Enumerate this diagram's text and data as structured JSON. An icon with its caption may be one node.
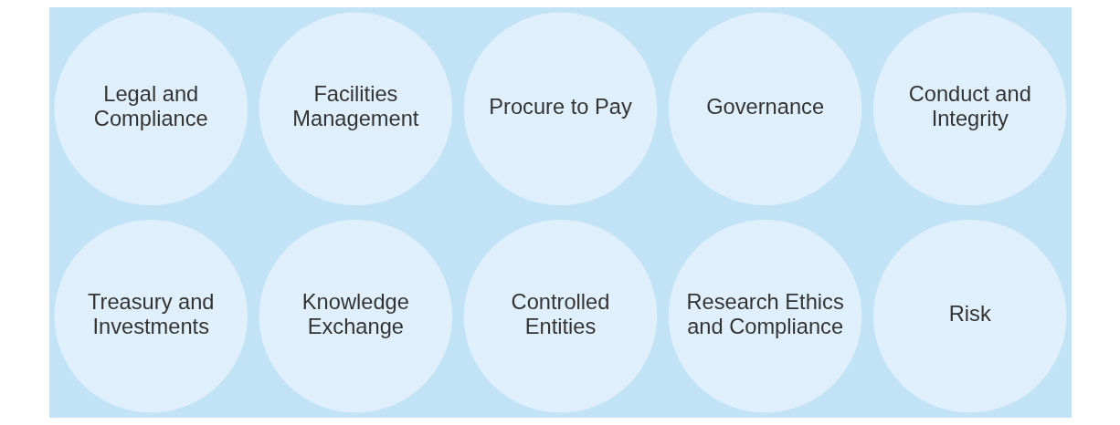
{
  "diagram": {
    "nodes": [
      {
        "text": [
          "Legal and Compliance"
        ]
      },
      {
        "text": [
          "Facilities Management"
        ]
      },
      {
        "text": [
          "Procure to Pay"
        ]
      },
      {
        "text": [
          "Governance"
        ]
      },
      {
        "text": [
          "Conduct and Integrity"
        ]
      },
      {
        "text": [
          "Treasury and Investments"
        ]
      },
      {
        "text": [
          "Knowledge Exchange"
        ]
      },
      {
        "text": [
          "Controlled Entities"
        ]
      },
      {
        "text": [
          "Research Ethics and Compliance"
        ]
      },
      {
        "text": [
          "Risk"
        ]
      }
    ]
  }
}
